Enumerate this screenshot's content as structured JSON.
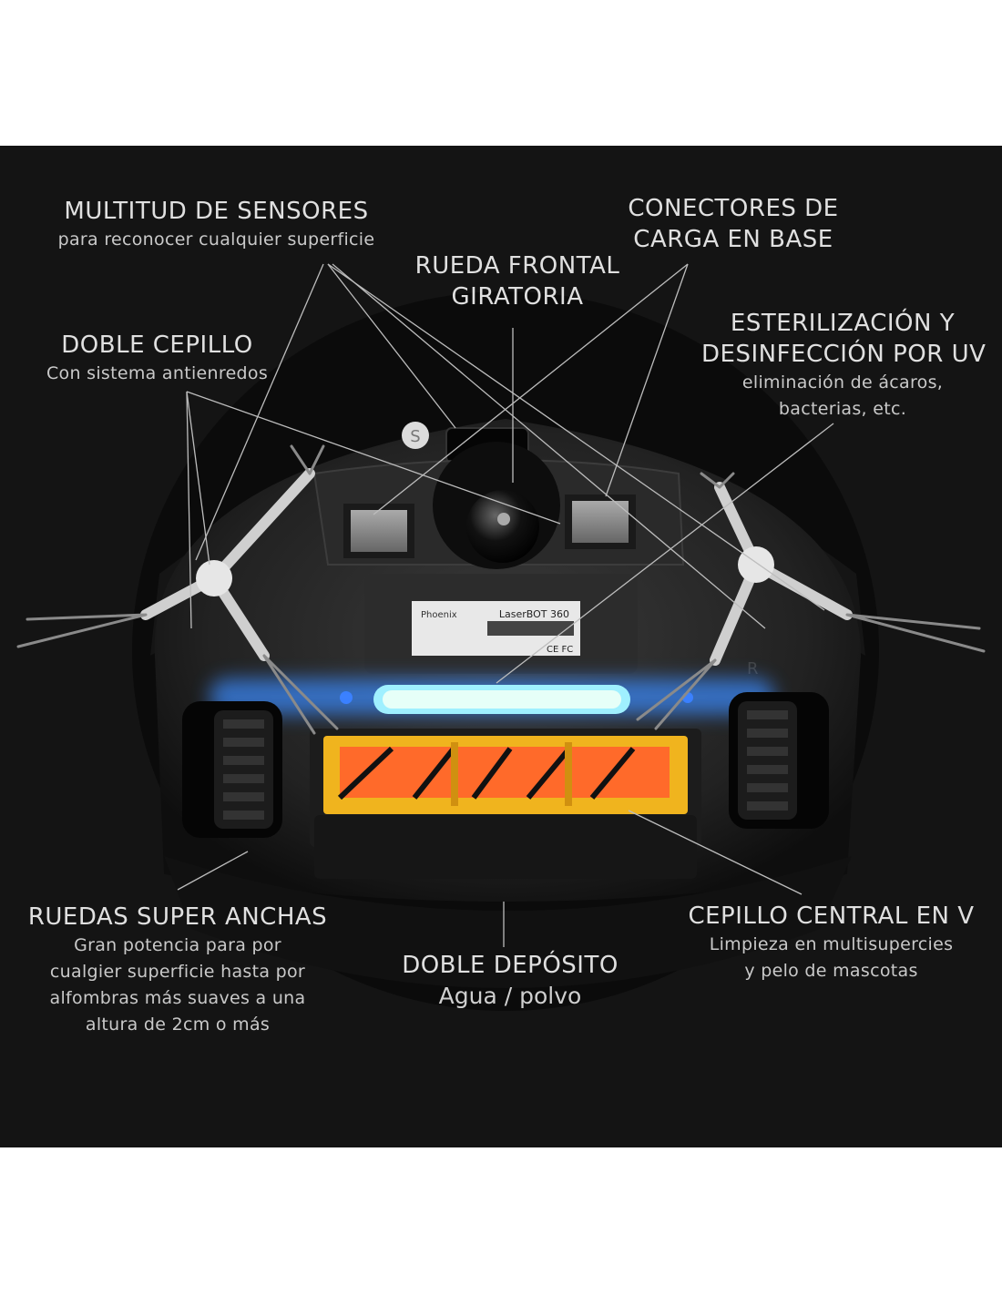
{
  "labels": {
    "sensores": {
      "title": "MULTITUD DE SENSORES",
      "sub": "para reconocer cualquier superficie"
    },
    "conectores": {
      "title1": "CONECTORES DE",
      "title2": "CARGA EN BASE"
    },
    "rueda_frontal": {
      "title1": "RUEDA FRONTAL",
      "title2": "GIRATORIA"
    },
    "esterilizacion": {
      "title1": "ESTERILIZACIÓN Y",
      "title2": "DESINFECCIÓN POR UV",
      "sub1": "eliminación de ácaros,",
      "sub2": "bacterias, etc."
    },
    "doble_cepillo": {
      "title": "DOBLE CEPILLO",
      "sub": "Con sistema antienredos"
    },
    "ruedas": {
      "title": "RUEDAS SUPER ANCHAS",
      "sub1": "Gran potencia para por",
      "sub2": "cualgier superficie hasta por",
      "sub3": "alfombras más suaves a una",
      "sub4": "altura de 2cm o más"
    },
    "deposito": {
      "title": "DOBLE DEPÓSITO",
      "sub": "Agua / polvo"
    },
    "cepillo_central": {
      "title": "CEPILLO CENTRAL EN  V",
      "sub1": "Limpieza en multisupercies",
      "sub2": "y pelo de mascotas"
    }
  },
  "robot": {
    "brand": "Phoenix",
    "model": "LaserBOT 360",
    "button_letter": "S",
    "logo_letter": "R",
    "certifications": "CE FC"
  },
  "colors": {
    "background": "#141414",
    "uv_glow": "#5fd2ff",
    "brush_frame": "#f0b41e",
    "brush_bristles": "#ff6a2a"
  }
}
